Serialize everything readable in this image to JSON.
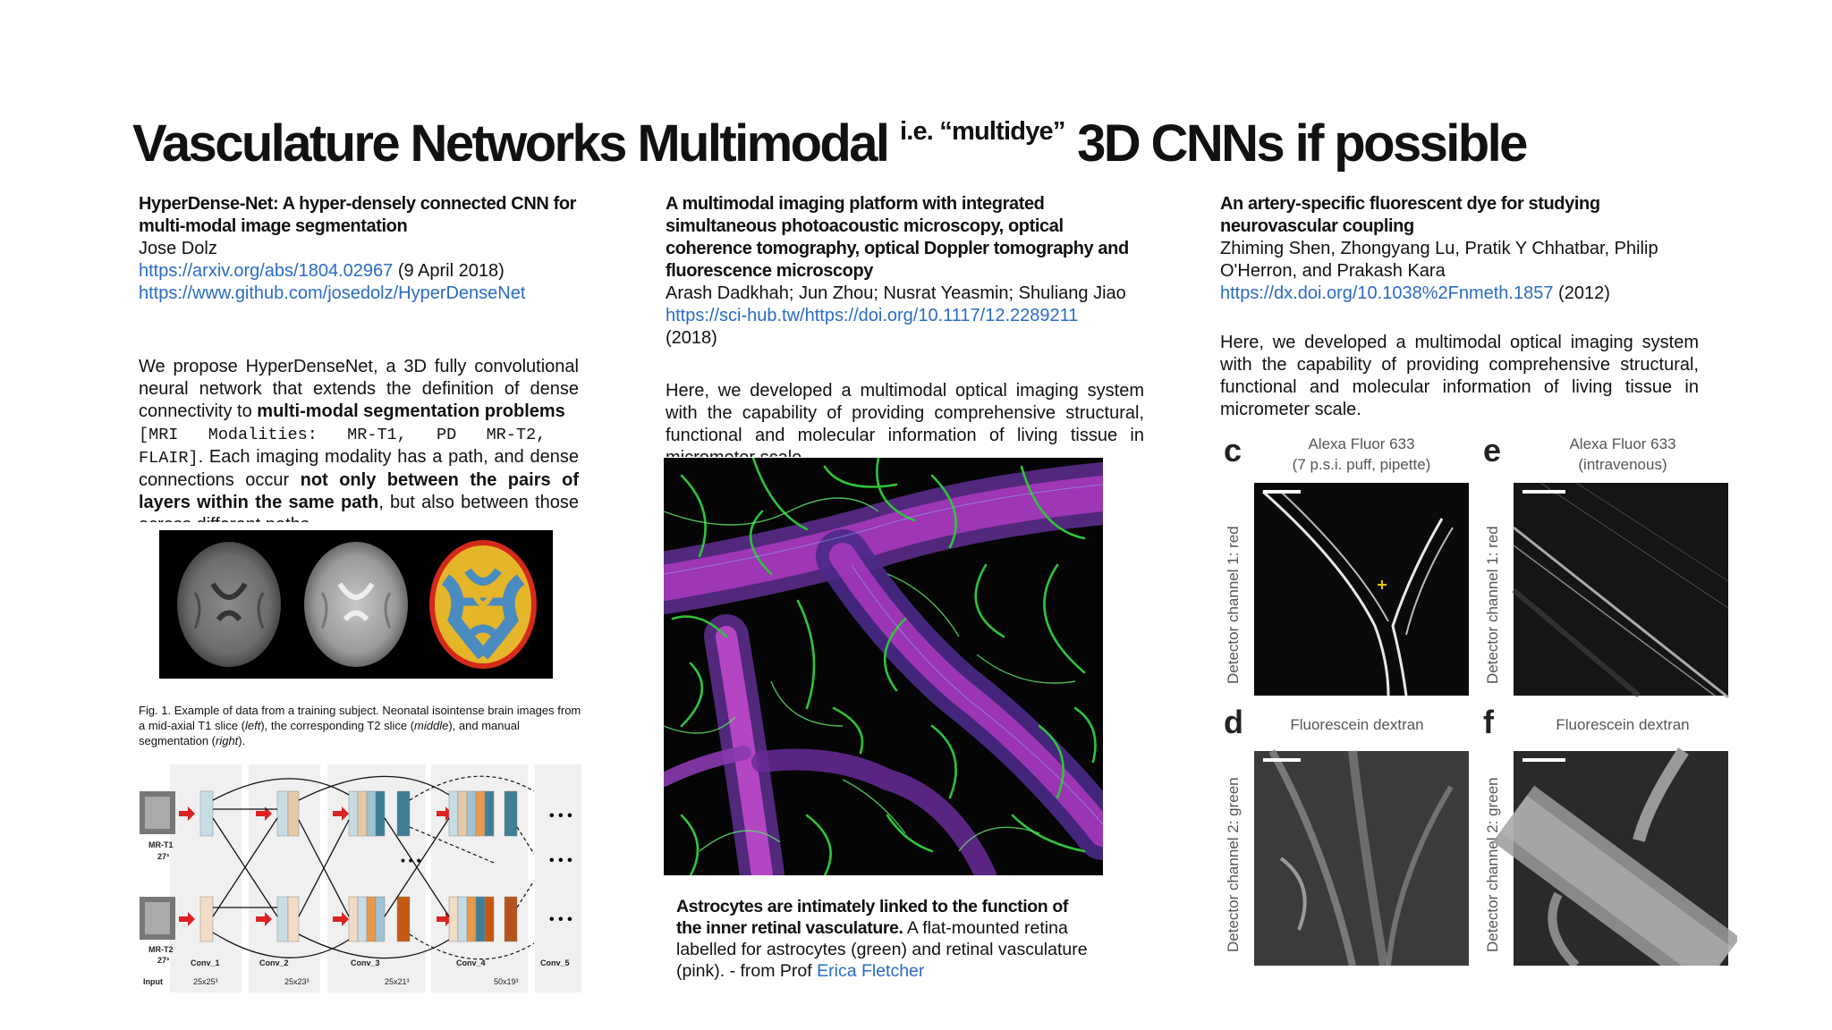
{
  "slide": {
    "title_main": "Vasculature Networks Multimodal",
    "title_sup": "i.e. “multidye”",
    "title_end": "3D CNNs if possible"
  },
  "col1": {
    "heading": "HyperDense-Net: A hyper-densely connected CNN for multi-modal image segmentation",
    "author": "Jose Dolz",
    "link1": "https://arxiv.org/abs/1804.02967",
    "date": " (9 April 2018)",
    "link2": "https://www.github.com/josedolz/HyperDenseNet",
    "abs_1": "We propose HyperDenseNet, a 3D fully convolutional neural network that extends the definition of dense connectivity to ",
    "abs_bold1": "multi-modal segmentation problems",
    "abs_code": "[MRI Modalities: MR-T1, PD MR-T2, FLAIR]",
    "abs_2": ". Each imaging modality has a path, and dense connections occur ",
    "abs_bold2": "not only between the pairs of layers within the same path",
    "abs_3": ", but also between those across different paths.",
    "fig_caption_1": "Fig. 1. Example of data from a training subject. Neonatal isointense brain images from a mid-axial T1 slice (",
    "fig_caption_left": "left",
    "fig_caption_2": "), the corresponding T2 slice (",
    "fig_caption_middle": "middle",
    "fig_caption_3": "), and manual segmentation (",
    "fig_caption_right": "right",
    "fig_caption_4": ").",
    "arch": {
      "in1": "MR-T1",
      "in1_sz": "27³",
      "in2": "MR-T2",
      "in2_sz": "27³",
      "input": "Input",
      "conv1": "Conv_1",
      "conv2": "Conv_2",
      "conv3": "Conv_3",
      "conv4": "Conv_4",
      "conv5": "Conv_5",
      "s1": "25x25³",
      "s2": "25x23³",
      "s3": "25x21³",
      "s4": "50x19³",
      "dots": "• • •"
    }
  },
  "col2": {
    "heading": "A multimodal imaging platform with integrated simultaneous photoacoustic microscopy, optical coherence tomography, optical Doppler tomography and fluorescence microscopy",
    "authors": "Arash Dadkhah; Jun Zhou; Nusrat Yeasmin; Shuliang Jiao",
    "link": "https://sci-hub.tw/https://doi.org/10.1117/12.2289211",
    "year": "(2018)",
    "abstract": "Here, we developed a multimodal optical imaging system with the capability of providing comprehensive structural, functional and molecular information of living tissue in micrometer scale.",
    "cap_bold": "Astrocytes are intimately linked to the function of the inner retinal vasculature.",
    "cap_text": " A flat-mounted retina labelled for astrocytes (green) and retinal vasculature (pink). - from Prof ",
    "cap_link": "Erica Fletcher"
  },
  "col3": {
    "heading": "An artery-specific fluorescent dye for studying neurovascular coupling",
    "authors": "Zhiming Shen, Zhongyang Lu, Pratik Y Chhatbar, Philip O'Herron, and Prakash Kara",
    "link": "https://dx.doi.org/10.1038%2Fnmeth.1857",
    "year": " (2012)",
    "abstract": "Here, we developed a multimodal optical imaging system with the capability of providing comprehensive structural, functional and molecular information of living tissue in micrometer scale.",
    "figure": {
      "c": "c",
      "e": "e",
      "d": "d",
      "f": "f",
      "c_title1": "Alexa Fluor 633",
      "c_title2": "(7 p.s.i. puff, pipette)",
      "e_title1": "Alexa Fluor 633",
      "e_title2": "(intravenous)",
      "d_title": "Fluorescein dextran",
      "f_title": "Fluorescein dextran",
      "side_red": "Detector channel 1: red",
      "side_green": "Detector channel 2: green"
    }
  }
}
